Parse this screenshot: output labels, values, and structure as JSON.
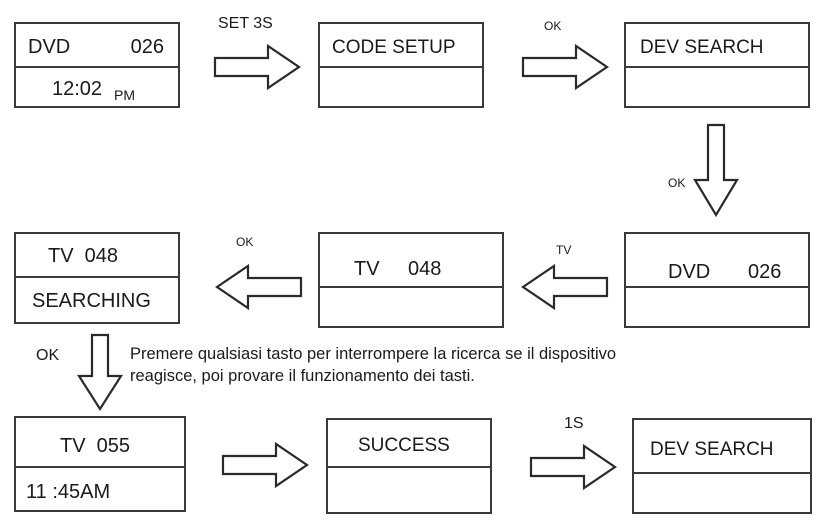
{
  "screens": {
    "s1": {
      "top_left": "DVD",
      "top_right": "026",
      "bottom": "12:02",
      "bottom_suffix": "PM"
    },
    "s2": {
      "top": "CODE SETUP"
    },
    "s3": {
      "top": "DEV SEARCH"
    },
    "s4": {
      "top_left": "DVD",
      "top_right": "026"
    },
    "s5": {
      "top_left": "TV",
      "top_right": "048"
    },
    "s6": {
      "top": "TV  048",
      "bottom": "SEARCHING"
    },
    "s7": {
      "top": "TV  055",
      "bottom": "11 :45AM"
    },
    "s8": {
      "top": "SUCCESS"
    },
    "s9": {
      "top": "DEV SEARCH"
    }
  },
  "labels": {
    "set3s": "SET 3S",
    "ok1": "OK",
    "ok2": "OK",
    "tv": "TV",
    "ok3": "OK",
    "ok4": "OK",
    "one_s": "1S"
  },
  "note": {
    "line1": "Premere qualsiasi tasto per interrompere la ricerca se il dispositivo",
    "line2": "reagisce, poi provare il funzionamento dei tasti."
  }
}
